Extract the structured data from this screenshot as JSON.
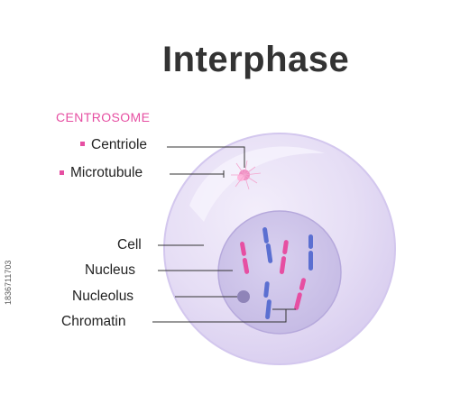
{
  "diagram": {
    "title": "Interphase",
    "group_label": "CENTROSOME",
    "labels": {
      "centriole": "Centriole",
      "microtubule": "Microtubule",
      "cell": "Cell",
      "nucleus": "Nucleus",
      "nucleolus": "Nucleolus",
      "chromatin": "Chromatin"
    },
    "stock_id": "1836711703"
  },
  "colors": {
    "accent_pink": "#e64fa2",
    "chromatin_blue": "#5b6fd1",
    "cell_fill": "#e6def5",
    "nucleus_fill": "#cfc6ea",
    "text": "#222222"
  }
}
